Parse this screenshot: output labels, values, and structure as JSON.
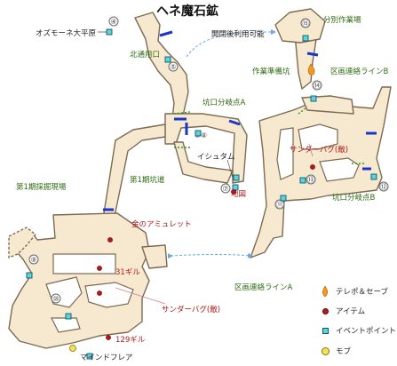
{
  "title": "ヘネ魔石鉱",
  "colors": {
    "floor": "#f6e9cf",
    "wall": "#7d6a52",
    "door": "#1b35c8",
    "route": "#6aa8e6",
    "item": "#b21b1b",
    "event": "#5ed3df",
    "mob": "#f3e25a",
    "label_area": "#2f6a12",
    "label_item": "#b01818",
    "teleport": "#f39a1a"
  },
  "labels": {
    "osmone": "オズモーネ大平原",
    "north_exit": "北通用口",
    "open_after": "開閉後利用可能",
    "work_area": "分別作業場",
    "prep_pit": "作業準備坑",
    "zone_line_b": "区画連絡ラインB",
    "branch_a": "坑口分岐点A",
    "ishutaam": "イシュタム",
    "map_item": "地図",
    "first_pit": "第1期坑道",
    "first_field": "第1期採掘現場",
    "amulet": "金のアミュレット",
    "gil31": "31ギル",
    "sander_bug_lower": "サンダーバグ(敵)",
    "gil129": "129ギル",
    "mind_flare": "マインドフレア",
    "sander_bug_upper": "サンダーバグ(敵)",
    "branch_b": "坑口分岐点B",
    "zone_line_a": "区画連絡ラインA"
  },
  "markers": [
    "④",
    "⑤",
    "⑥⑧",
    "⑦",
    "⑨",
    "⑩",
    "⑪",
    "⑫",
    "⑬",
    "⑭",
    "⑮"
  ],
  "legend": [
    {
      "icon": "teleport-save-icon",
      "label": "テレポ＆セーブ"
    },
    {
      "icon": "item-icon",
      "label": "アイテム"
    },
    {
      "icon": "event-point-icon",
      "label": "イベントポイント"
    },
    {
      "icon": "mob-icon",
      "label": "モブ"
    }
  ]
}
